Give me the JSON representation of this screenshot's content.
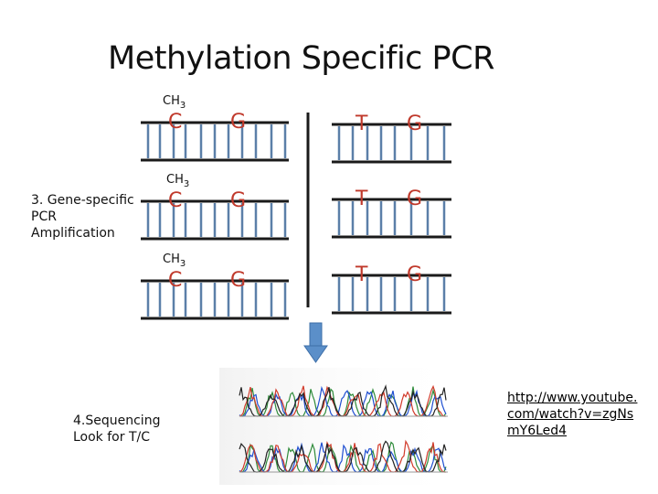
{
  "title": "Methylation Specific PCR",
  "step3_lines": [
    "3. Gene-specific",
    "PCR",
    "Amplification"
  ],
  "step4_lines": [
    "4.Sequencing",
    "Look for T/C"
  ],
  "link": "http://www.youtube.com/watch?v=zgNsmY6Led4",
  "methyl_label": {
    "text": "CH",
    "subscript": "3"
  },
  "left_bases": [
    "C",
    "G"
  ],
  "right_bases": [
    "T",
    "G"
  ],
  "colors": {
    "strand": "#1a1a1a",
    "rung": "#5b7fa8",
    "base": "#c0392b",
    "arrow": "#5b8fc9"
  }
}
